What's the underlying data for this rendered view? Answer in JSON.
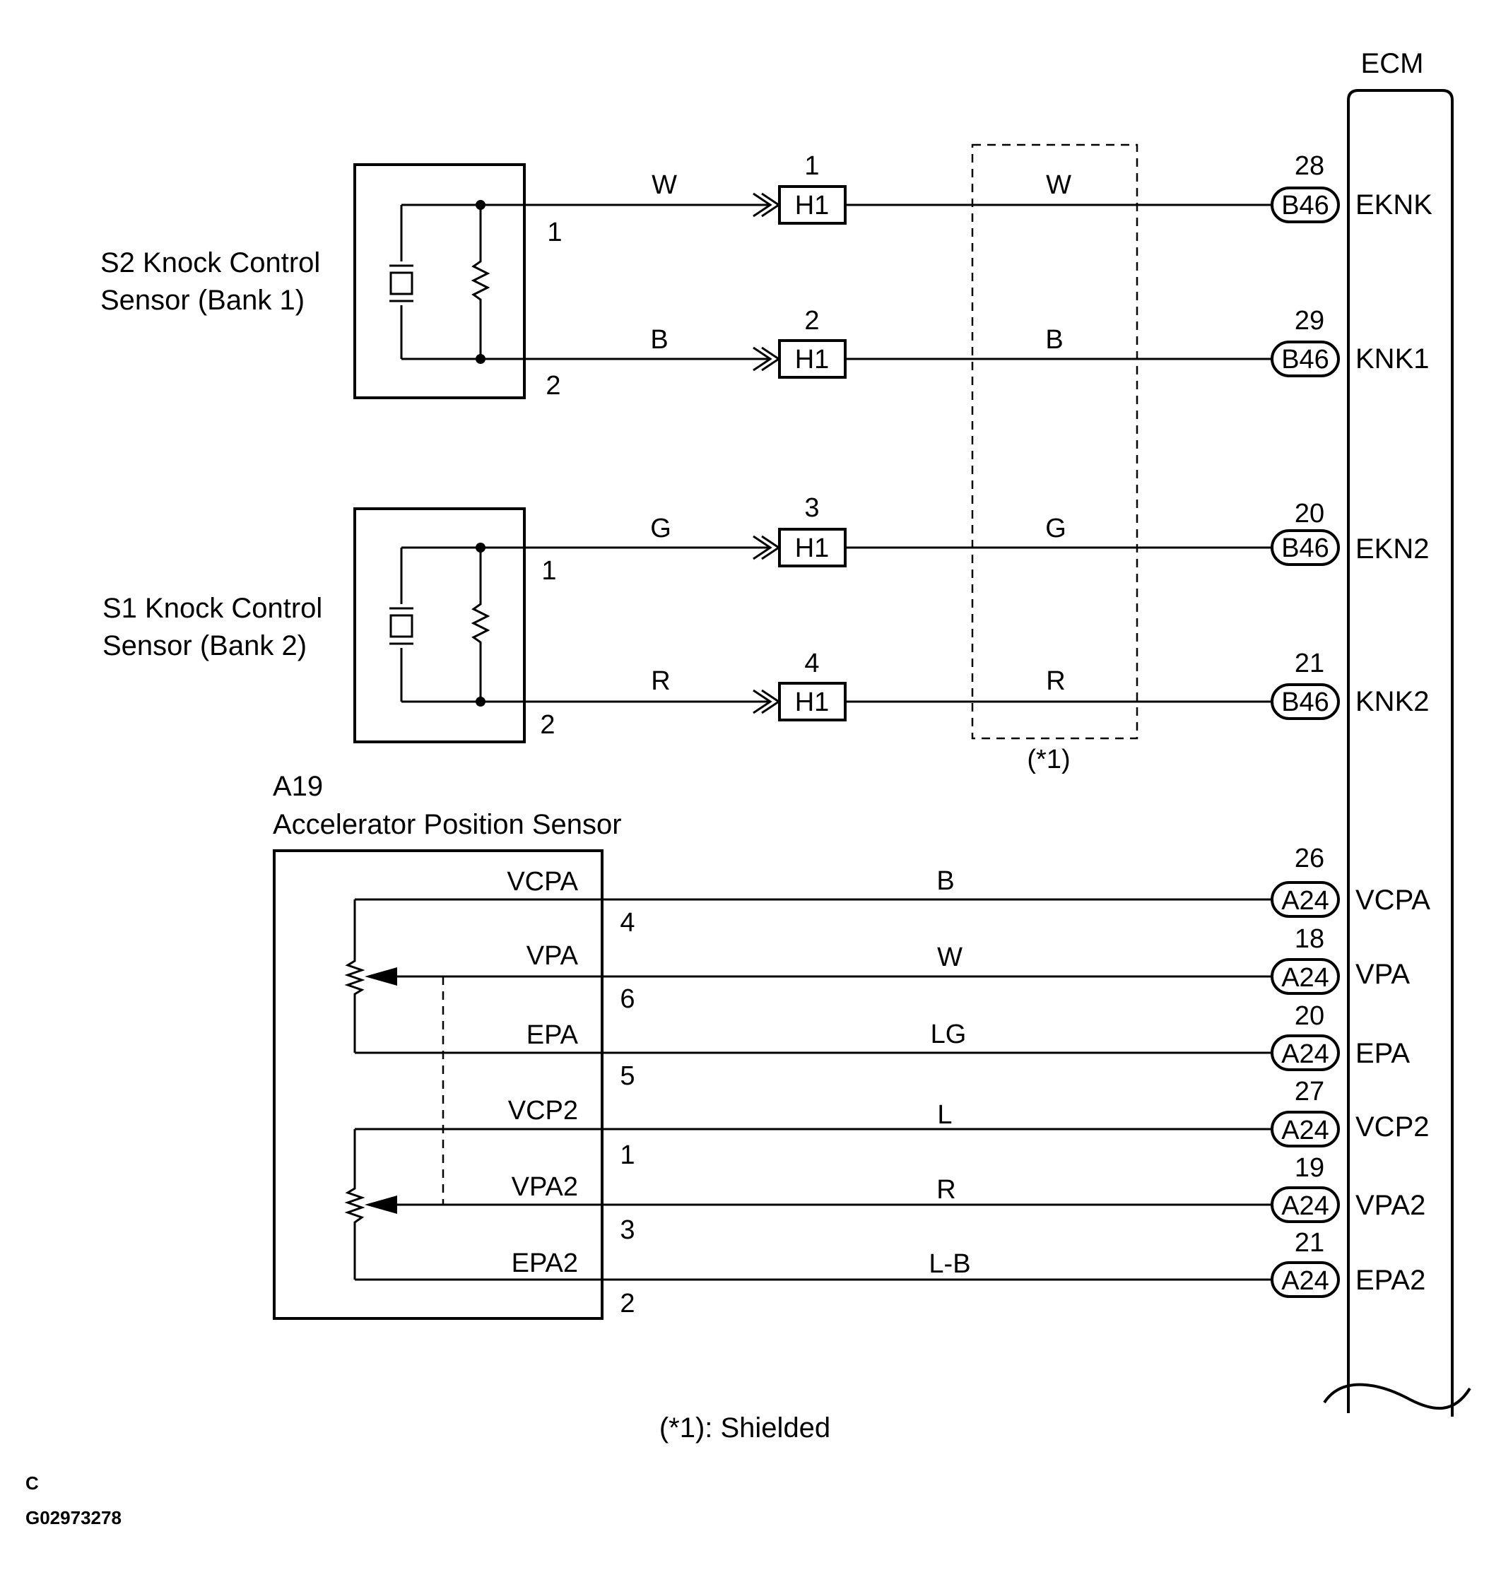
{
  "ecm": {
    "label": "ECM"
  },
  "knock_wires": [
    {
      "pin_sensor": "1",
      "color": "W",
      "h1_pin": "1",
      "connector": "H1",
      "color_ecm": "W",
      "ecm_pin": "28",
      "ecm_connector": "B46",
      "signal": "EKNK"
    },
    {
      "pin_sensor": "2",
      "color": "B",
      "h1_pin": "2",
      "connector": "H1",
      "color_ecm": "B",
      "ecm_pin": "29",
      "ecm_connector": "B46",
      "signal": "KNK1"
    },
    {
      "pin_sensor": "1",
      "color": "G",
      "h1_pin": "3",
      "connector": "H1",
      "color_ecm": "G",
      "ecm_pin": "20",
      "ecm_connector": "B46",
      "signal": "EKN2"
    },
    {
      "pin_sensor": "2",
      "color": "R",
      "h1_pin": "4",
      "connector": "H1",
      "color_ecm": "R",
      "ecm_pin": "21",
      "ecm_connector": "B46",
      "signal": "KNK2"
    }
  ],
  "sensors": {
    "s2": {
      "line1": "S2 Knock Control",
      "line2": "Sensor (Bank 1)"
    },
    "s1": {
      "line1": "S1 Knock Control",
      "line2": "Sensor (Bank 2)"
    }
  },
  "shield": {
    "label": "(*1)",
    "note": "(*1): Shielded"
  },
  "aps": {
    "code": "A19",
    "name": "Accelerator Position Sensor",
    "wires": [
      {
        "term": "VCPA",
        "pin": "4",
        "color": "B",
        "ecm_pin": "26",
        "ecm_connector": "A24",
        "signal": "VCPA"
      },
      {
        "term": "VPA",
        "pin": "6",
        "color": "W",
        "ecm_pin": "18",
        "ecm_connector": "A24",
        "signal": "VPA"
      },
      {
        "term": "EPA",
        "pin": "5",
        "color": "LG",
        "ecm_pin": "20",
        "ecm_connector": "A24",
        "signal": "EPA"
      },
      {
        "term": "VCP2",
        "pin": "1",
        "color": "L",
        "ecm_pin": "27",
        "ecm_connector": "A24",
        "signal": "VCP2"
      },
      {
        "term": "VPA2",
        "pin": "3",
        "color": "R",
        "ecm_pin": "19",
        "ecm_connector": "A24",
        "signal": "VPA2"
      },
      {
        "term": "EPA2",
        "pin": "2",
        "color": "L-B",
        "ecm_pin": "21",
        "ecm_connector": "A24",
        "signal": "EPA2"
      }
    ]
  },
  "footer": {
    "letter": "C",
    "code": "G02973278"
  }
}
